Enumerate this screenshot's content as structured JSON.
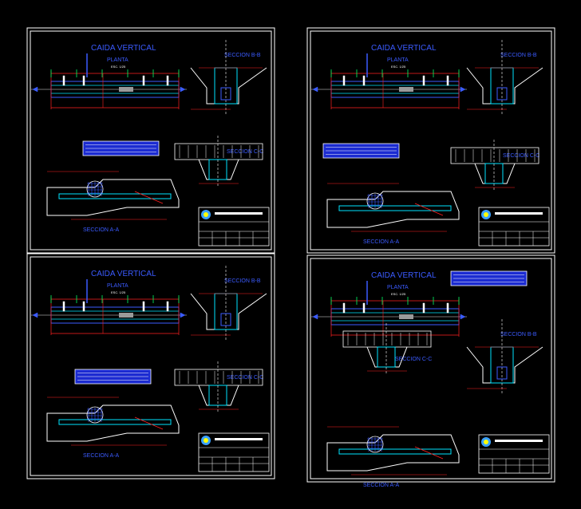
{
  "colors": {
    "background": "#000000",
    "frame": "#ffffff",
    "title_blue": "#3b5bff",
    "dim_red": "#ff2020",
    "dim_green": "#00ff66",
    "cyan": "#00e5ff",
    "yellow": "#ffff00",
    "grey": "#9a9a9a"
  },
  "sheets": [
    {
      "title": "CAIDA VERTICAL",
      "plan_label": "PLANTA",
      "scale_label": "ESC. 1/25",
      "section_b": "SECCION B-B",
      "section_c": "SECCION C-C",
      "section_a": "SECCION A-A"
    },
    {
      "title": "CAIDA VERTICAL",
      "plan_label": "PLANTA",
      "scale_label": "ESC. 1/25",
      "section_b": "SECCION B-B",
      "section_c": "SECCION C-C",
      "section_a": "SECCION A-A"
    },
    {
      "title": "CAIDA VERTICAL",
      "plan_label": "PLANTA",
      "scale_label": "ESC. 1/25",
      "section_b": "SECCION B-B",
      "section_c": "SECCION C-C",
      "section_a": "SECCION A-A"
    },
    {
      "title": "CAIDA VERTICAL",
      "plan_label": "PLANTA",
      "scale_label": "ESC. 1/25",
      "section_b": "SECCION B-B",
      "section_c": "SECCION C-C",
      "section_a": "SECCION A-A"
    }
  ]
}
